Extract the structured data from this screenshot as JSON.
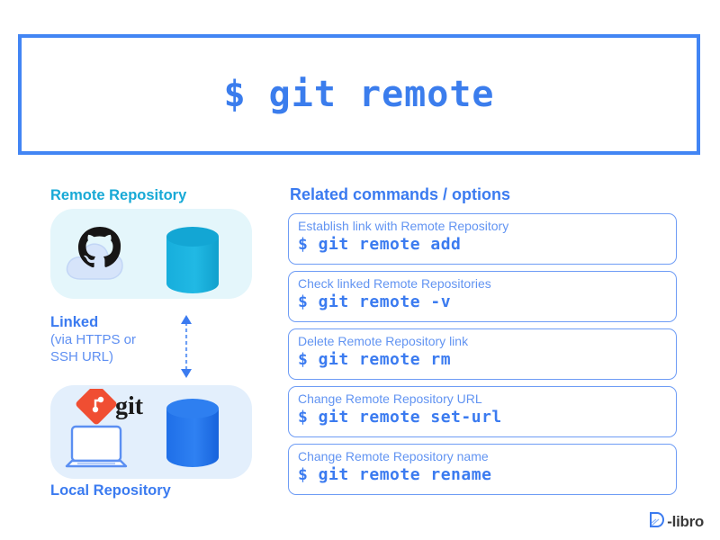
{
  "header": {
    "command": "$ git remote"
  },
  "diagram": {
    "remote_label": "Remote Repository",
    "local_label": "Local Repository",
    "link_title": "Linked",
    "link_subtitle": "(via HTTPS or\nSSH URL)",
    "link_subtitle_line1": "(via HTTPS or",
    "link_subtitle_line2": "SSH URL)",
    "git_wordmark": "git",
    "icons": {
      "remote_cloud": "github-cloud-icon",
      "remote_database": "database-cylinder-icon",
      "local_laptop": "laptop-icon",
      "local_database": "database-cylinder-icon",
      "link": "vertical-double-arrow-icon"
    },
    "colors": {
      "remote_accent": "#17A9D6",
      "local_accent": "#3B7BF0",
      "remote_panel_bg": "#E4F6FB",
      "local_panel_bg": "#E3EFFC",
      "remote_cylinder": "#17AEDC",
      "local_cylinder": "#2171E8"
    }
  },
  "commands": {
    "heading": "Related commands / options",
    "items": [
      {
        "description": "Establish link with Remote Repository",
        "code": "$ git remote add"
      },
      {
        "description": "Check linked Remote Repositories",
        "code": "$ git remote -v"
      },
      {
        "description": "Delete Remote Repository link",
        "code": "$ git remote rm"
      },
      {
        "description": "Change Remote Repository URL",
        "code": "$ git remote set-url"
      },
      {
        "description": "Change Remote Repository name",
        "code": "$ git remote rename"
      }
    ]
  },
  "footer": {
    "brand": "-libro",
    "brand_mark": "D",
    "brand_full": "D-libro"
  },
  "theme": {
    "primary_blue": "#3B7BF0",
    "header_border": "#4285F4",
    "box_border": "#6E9CF5",
    "desc_text": "#6294F2"
  }
}
